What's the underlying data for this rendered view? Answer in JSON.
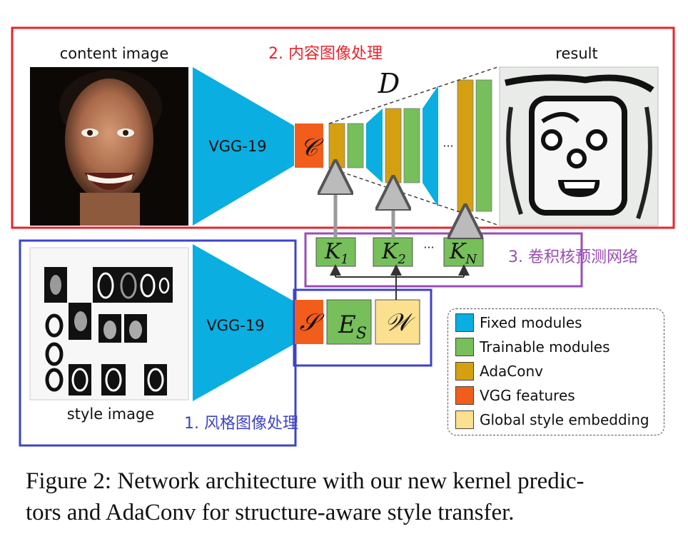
{
  "labels": {
    "content_image": "content image",
    "result": "result",
    "style_image": "style image",
    "vgg_top": "VGG-19",
    "vgg_bottom": "VGG-19",
    "decoder": "D",
    "content_feature": "𝒞",
    "style_feature": "𝒮",
    "style_encoder": "E",
    "style_encoder_sub": "S",
    "global_embedding": "𝒲",
    "ellipsis_decoder": "···",
    "ellipsis_kernels": "···"
  },
  "kernels": [
    {
      "main": "K",
      "sub": "1"
    },
    {
      "main": "K",
      "sub": "2"
    },
    {
      "main": "K",
      "sub": "N"
    }
  ],
  "sections": {
    "content": "2. 内容图像处理",
    "style": "1. 风格图像处理",
    "kernel": "3. 卷积核预测网络"
  },
  "legend": [
    {
      "label": "Fixed modules",
      "color": "#0aaee0"
    },
    {
      "label": "Trainable modules",
      "color": "#76bf5a"
    },
    {
      "label": "AdaConv",
      "color": "#d4a012"
    },
    {
      "label": "VGG features",
      "color": "#f25d1c"
    },
    {
      "label": "Global style embedding",
      "color": "#fbe08f"
    }
  ],
  "colors": {
    "content_box": "#e8242c",
    "style_box": "#3d43c8",
    "kernel_box": "#9a4cb8"
  },
  "caption": {
    "line1": "Figure 2: Network architecture with our new kernel predic-",
    "line2": "tors and AdaConv for structure-aware style transfer."
  }
}
